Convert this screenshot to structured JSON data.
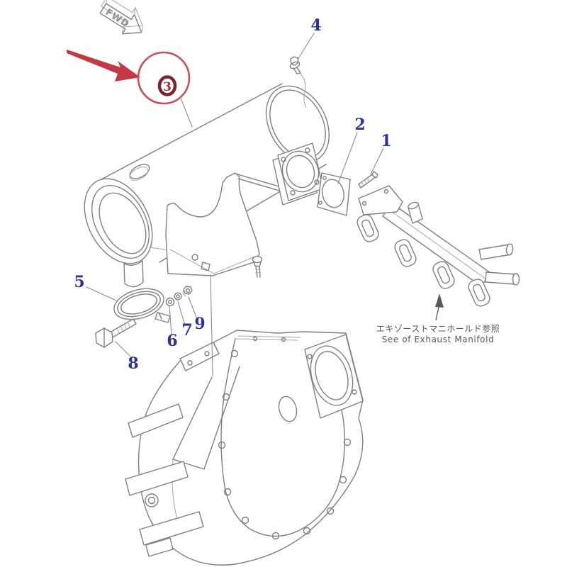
{
  "diagram": {
    "orientation_marker": "FWD",
    "callouts": [
      "1",
      "2",
      "3",
      "4",
      "5",
      "6",
      "7",
      "8",
      "9"
    ],
    "highlighted_callout": "3",
    "reference_note": {
      "jp": "エキゾーストマニホールド参照",
      "en": "See of Exhaust Manifold"
    },
    "parts_semantics": {
      "c1": "stud",
      "c2": "gasket",
      "c3": "muffler",
      "c4": "bolt",
      "c5": "clamp",
      "c6": "washer",
      "c7": "washer",
      "c8": "bolt",
      "c9": "nut"
    },
    "colors": {
      "callout_blue": "#2e309c",
      "arrow_red": "#c43a44",
      "circle_red": "#c75059",
      "badge_ring": "#7b242c",
      "badge_digit": "#a92e37",
      "line_gray": "#7f7f7f",
      "note_gray": "#565656"
    }
  }
}
